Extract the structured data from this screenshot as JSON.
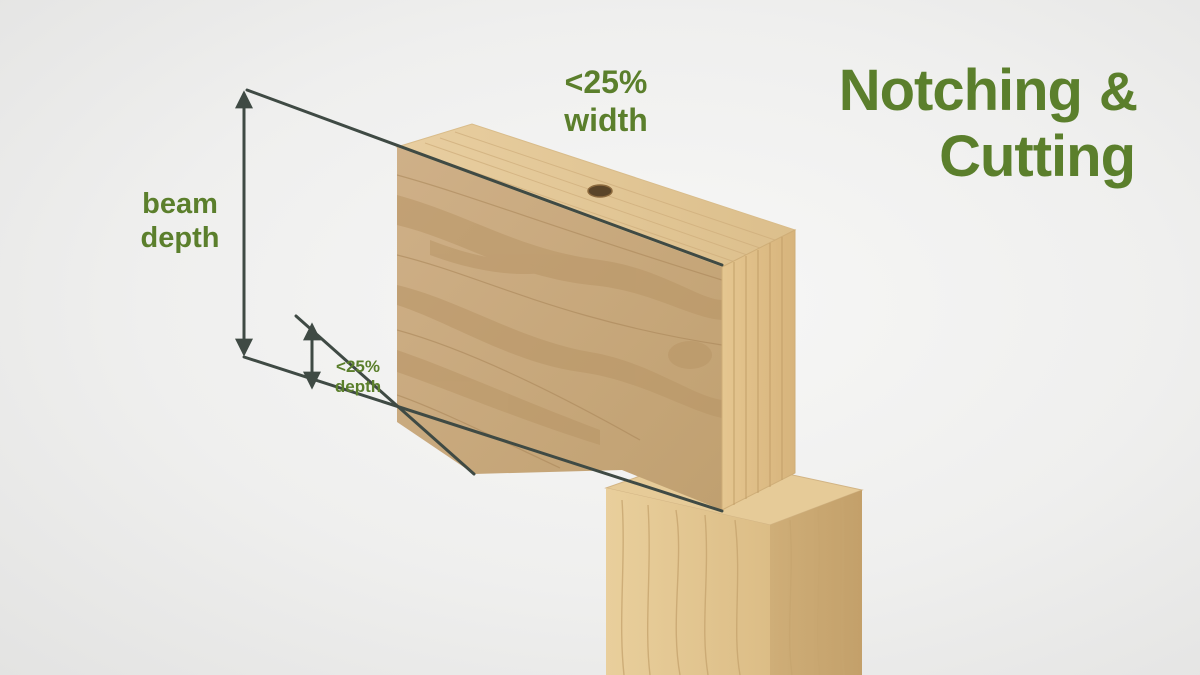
{
  "title": {
    "line1": "Notching",
    "amp": "&",
    "line2": "Cutting"
  },
  "labels": {
    "beam_depth_line1": "beam",
    "beam_depth_line2": "depth",
    "notch_depth_line1": "<25%",
    "notch_depth_line2": "depth",
    "hole_width_line1": "<25%",
    "hole_width_line2": "width"
  },
  "colors": {
    "accent_green": "#5b7f2c",
    "dimension_line": "#3f4a44",
    "wood_face": "#c9a87a",
    "wood_light": "#e2c596"
  },
  "icons": [
    "dimension-arrow-icon",
    "hole-icon"
  ]
}
